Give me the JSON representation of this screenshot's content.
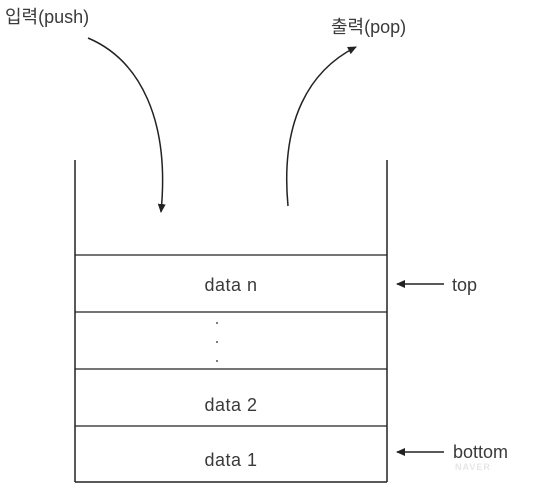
{
  "labels": {
    "push": "입력(push)",
    "pop": "출력(pop)",
    "top": "top",
    "bottom": "bottom"
  },
  "stack": {
    "cells": [
      {
        "text": "data n"
      },
      {
        "text": ""
      },
      {
        "text": "data 2"
      },
      {
        "text": "data 1"
      }
    ]
  },
  "watermark": "NAVER",
  "colors": {
    "line": "#222222",
    "text": "#3a3a3a"
  }
}
